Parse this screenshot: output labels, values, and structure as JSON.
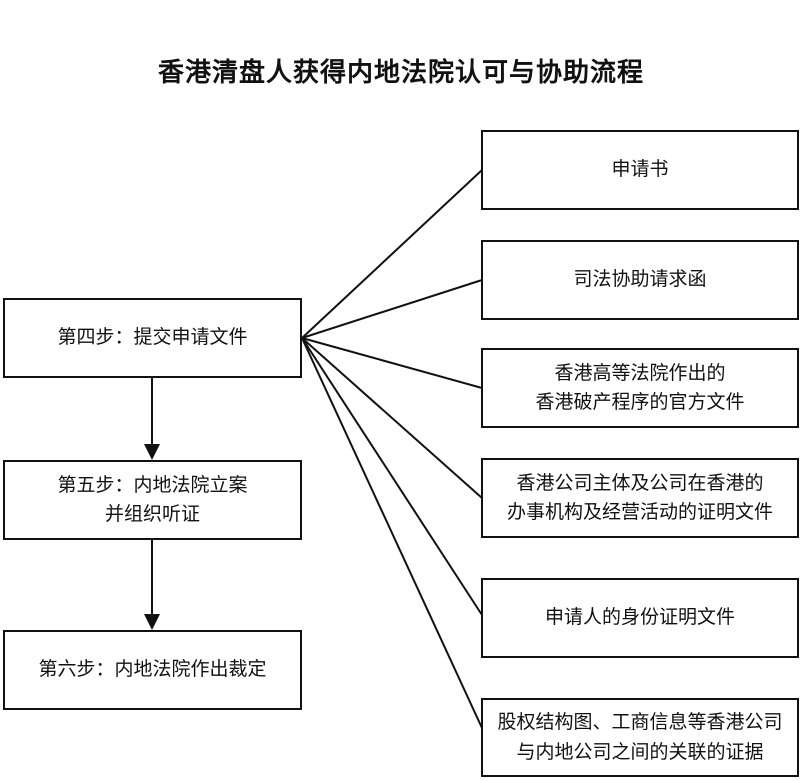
{
  "title": "香港清盘人获得内地法院认可与协助流程",
  "flow": {
    "steps": [
      {
        "label": "第四步：提交申请文件"
      },
      {
        "label": "第五步：内地法院立案\n并组织听证"
      },
      {
        "label": "第六步：内地法院作出裁定"
      }
    ],
    "documents": [
      {
        "label": "申请书"
      },
      {
        "label": "司法协助请求函"
      },
      {
        "label": "香港高等法院作出的\n香港破产程序的官方文件"
      },
      {
        "label": "香港公司主体及公司在香港的\n办事机构及经营活动的证明文件"
      },
      {
        "label": "申请人的身份证明文件"
      },
      {
        "label": "股权结构图、工商信息等香港公司\n与内地公司之间的关联的证据"
      }
    ]
  },
  "colors": {
    "line": "#111111",
    "text": "#111111",
    "background": "#ffffff"
  }
}
